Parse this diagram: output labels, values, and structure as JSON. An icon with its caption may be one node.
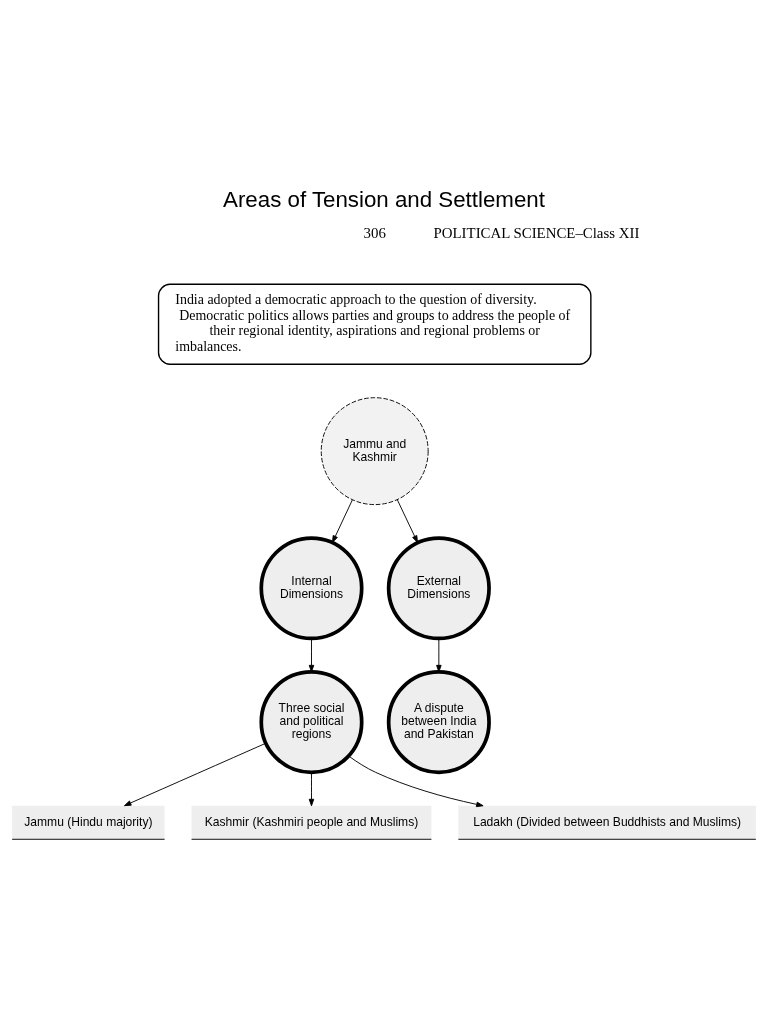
{
  "diagram": {
    "title": "Areas of Tension and Settlement",
    "nodes": [
      {
        "text": [
          "India adopted a democratic approach to the question of diversity.",
          "Democratic politics allows parties and groups to address the people of their regional identity, aspirations and regional problems or imbalances."
        ]
      },
      {
        "text": [
          "Jammu and Kashmir"
        ]
      },
      {
        "text": [
          "Internal Dimensions"
        ]
      },
      {
        "text": [
          "External Dimensions"
        ]
      },
      {
        "text": [
          "Three social and political regions"
        ]
      },
      {
        "text": [
          "A dispute between India and Pakistan"
        ]
      },
      {
        "text": [
          "Jammu (Hindu majority)"
        ]
      },
      {
        "text": [
          "Kashmir (Kashmiri people and Muslims)"
        ]
      },
      {
        "text": [
          "Ladakh (Divided between Buddhists and Muslims)"
        ]
      }
    ],
    "edges": [
      {
        "from": 1,
        "to": 2,
        "arrow": "to"
      },
      {
        "from": 1,
        "to": 3,
        "arrow": "to"
      },
      {
        "from": 2,
        "to": 4,
        "arrow": "to"
      },
      {
        "from": 3,
        "to": 5,
        "arrow": "to"
      },
      {
        "from": 4,
        "to": 6,
        "arrow": "to"
      },
      {
        "from": 4,
        "to": 7,
        "arrow": "to"
      },
      {
        "from": 4,
        "to": 8,
        "arrow": "to"
      }
    ],
    "labels": [
      "306",
      "POLITICAL SCIENCE–Class XII"
    ]
  }
}
